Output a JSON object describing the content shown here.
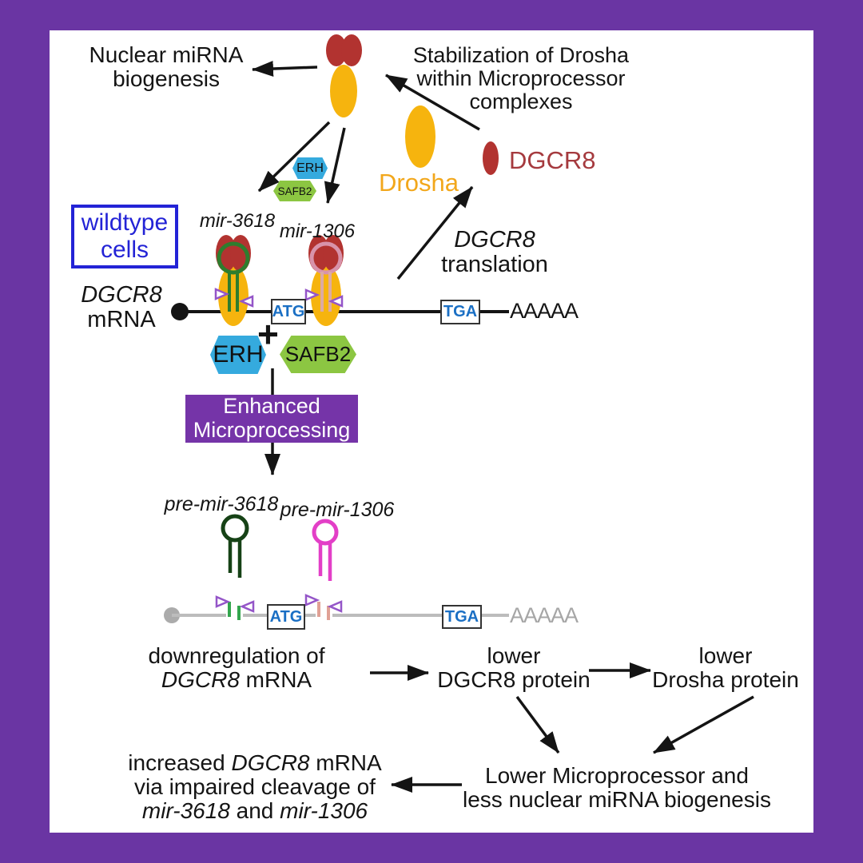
{
  "colors": {
    "background_purple": "#6a35a3",
    "process_box_purple": "#7534a8",
    "drosha_yellow": "#f6b40e",
    "drosha_label_orange": "#f2a71b",
    "dgcr8_red": "#b23330",
    "dgcr8_label_red": "#a53a3e",
    "erh_blue": "#35aade",
    "safb2_green": "#8cc642",
    "wildtype_blue": "#2323d6",
    "codon_blue": "#1a6fc4",
    "mir3618_green": "#2e7d2e",
    "premir3618_dark_green": "#164216",
    "cleaved_3618_green": "#33a64d",
    "mir1306_rose": "#d893aa",
    "premir1306_magenta": "#e33fc7",
    "cleaved_1306_salmon": "#e0a195",
    "cleavage_triangle_purple": "#9455c8",
    "inactive_gray": "#b5b5b5"
  },
  "icons": {
    "microprocessor_complex": "yellow Drosha oval with two red DGCR8 lobes",
    "drosha": "yellow oval",
    "dgcr8": "red oval",
    "hairpin": "stem-loop lollipop",
    "cleavage_site": "open purple triangle"
  },
  "top": {
    "nuclear_l1": "Nuclear miRNA",
    "nuclear_l2": "biogenesis",
    "stab_l1": "Stabilization of Drosha",
    "stab_l2": "within Microprocessor",
    "stab_l3": "complexes",
    "drosha": "Drosha",
    "dgcr8": "DGCR8",
    "erh_small": "ERH",
    "safb2_small": "SAFB2",
    "translation_l1": "DGCR8",
    "translation_l2": "translation"
  },
  "wildtype": {
    "l1": "wildtype",
    "l2": "cells"
  },
  "mrna": {
    "gene_l1": "DGCR8",
    "gene_l2": "mRNA",
    "mir3618": "mir-3618",
    "mir1306": "mir-1306",
    "atg": "ATG",
    "tga": "TGA",
    "polya": "AAAAA"
  },
  "cofactors": {
    "erh": "ERH",
    "plus": "+",
    "safb2": "SAFB2"
  },
  "process": {
    "l1": "Enhanced",
    "l2": "Microprocessing"
  },
  "premir": {
    "pre3618": "pre-mir-3618",
    "pre1306": "pre-mir-1306",
    "atg": "ATG",
    "tga": "TGA",
    "polya": "AAAAA"
  },
  "flow": {
    "down_l1": "downregulation of",
    "down_l2_gene": "DGCR8",
    "down_l2_rest": " mRNA",
    "ldg_l1": "lower",
    "ldg_l2": "DGCR8 protein",
    "ldr_l1": "lower",
    "ldr_l2": "Drosha protein",
    "lm_l1": "Lower Microprocessor and",
    "lm_l2": "less nuclear miRNA biogenesis",
    "inc_l1a": "increased ",
    "inc_l1b": "DGCR8",
    "inc_l1c": " mRNA",
    "inc_l2": "via impaired cleavage of",
    "inc_l3a": "mir-3618",
    "inc_l3b": " and ",
    "inc_l3c": "mir-1306"
  }
}
